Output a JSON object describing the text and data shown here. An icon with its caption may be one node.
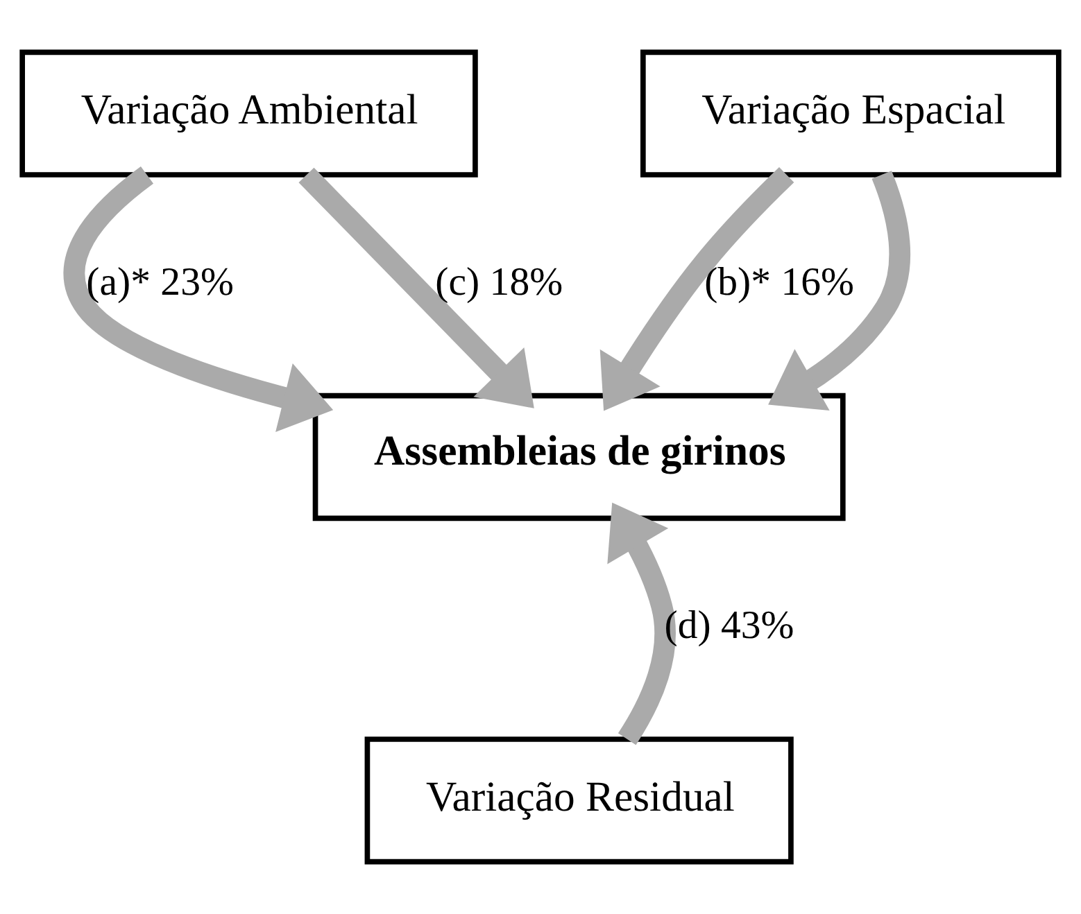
{
  "diagram": {
    "nodes": [
      {
        "text": [
          "Variação Ambiental"
        ]
      },
      {
        "text": [
          "Variação Espacial"
        ]
      },
      {
        "text": [
          "Assembleias de girinos"
        ]
      },
      {
        "text": [
          "Variação Residual"
        ]
      }
    ],
    "edges": [
      {
        "from": 0,
        "to": 2,
        "arrow": "to",
        "label": "(a)* 23%"
      },
      {
        "from": 1,
        "to": 2,
        "arrow": "to",
        "label": "(b)* 16%"
      },
      {
        "from": 0,
        "to": 2,
        "arrow": "to",
        "label": "(c) 18%"
      },
      {
        "from": 1,
        "to": 2,
        "arrow": "to"
      },
      {
        "from": 3,
        "to": 2,
        "arrow": "to",
        "label": "(d) 43%"
      }
    ]
  }
}
